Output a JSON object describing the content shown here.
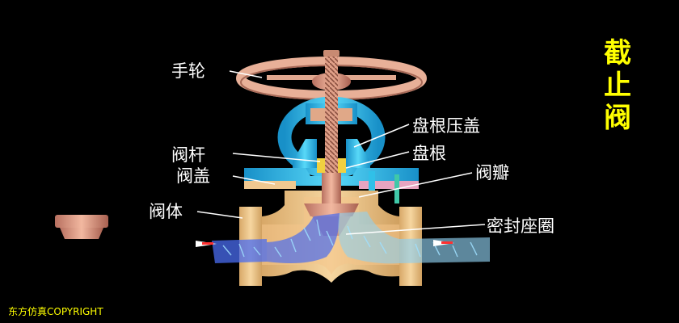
{
  "title_chars": [
    "截",
    "止",
    "阀"
  ],
  "labels": {
    "handwheel": "手轮",
    "gland": "盘根压盖",
    "stem": "阀杆",
    "packing": "盘根",
    "bonnet": "阀盖",
    "disc": "阀瓣",
    "body": "阀体",
    "seat_ring": "密封座圈"
  },
  "copyright": "东方仿真COPYRIGHT",
  "colors": {
    "body": "#f0c890",
    "bronze": "#e8a48a",
    "cyan": "#30c0e8",
    "blue_flow": "#4a6cf0",
    "light_flow": "#8fd0f0",
    "packing": "#f0d040",
    "title": "#ffff00"
  }
}
